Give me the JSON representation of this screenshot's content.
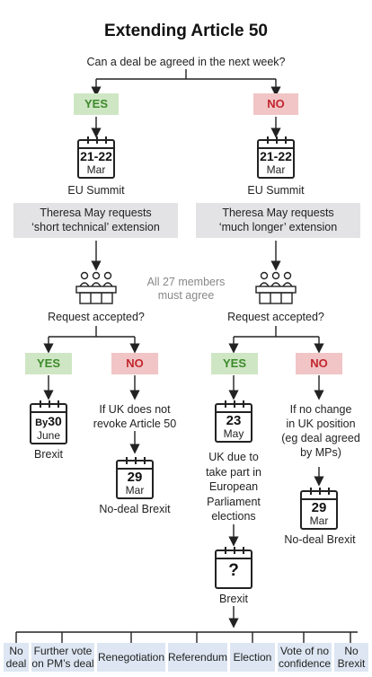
{
  "title": "Extending Article 50",
  "question_top": "Can a deal be agreed in the next week?",
  "left": {
    "yes_label": "YES",
    "date": "21-22",
    "month": "Mar",
    "event": "EU Summit",
    "request_line1": "Theresa May requests",
    "request_line2": "‘short technical’ extension",
    "accepted_q": "Request accepted?",
    "yes_label2": "YES",
    "no_label2": "NO",
    "yes_date_prefix": "By",
    "yes_date": "30",
    "yes_month": "June",
    "yes_outcome": "Brexit",
    "no_line1": "If UK does not",
    "no_line2": "revoke Article 50",
    "no_date": "29",
    "no_month": "Mar",
    "no_outcome": "No-deal Brexit"
  },
  "right": {
    "no_label": "NO",
    "date": "21-22",
    "month": "Mar",
    "event": "EU Summit",
    "request_line1": "Theresa May requests",
    "request_line2": "‘much longer’ extension",
    "accepted_q": "Request accepted?",
    "yes_label2": "YES",
    "no_label2": "NO",
    "yes_date": "23",
    "yes_month": "May",
    "yes_line1": "UK due to",
    "yes_line2": "take part in",
    "yes_line3": "European",
    "yes_line4": "Parliament",
    "yes_line5": "elections",
    "question_mark": "?",
    "brexit_label": "Brexit",
    "no_line1": "If no change",
    "no_line2": "in UK position",
    "no_line3": "(eg deal agreed",
    "no_line4": "by MPs)",
    "no_date": "29",
    "no_month": "Mar",
    "no_outcome": "No-deal Brexit"
  },
  "members_note_line1": "All 27 members",
  "members_note_line2": "must agree",
  "options": {
    "o1_l1": "No",
    "o1_l2": "deal",
    "o2_l1": "Further vote",
    "o2_l2": "on PM’s deal",
    "o3": "Renegotiation",
    "o4": "Referendum",
    "o5": "Election",
    "o6_l1": "Vote of no",
    "o6_l2": "confidence",
    "o7_l1": "No",
    "o7_l2": "Brexit"
  },
  "colors": {
    "yes_bg": "#cfe6c4",
    "yes_fg": "#3d8a2c",
    "no_bg": "#f1c5c6",
    "no_fg": "#c2272d",
    "grey_box": "#e3e3e5",
    "option_bg": "#dde6f2"
  }
}
